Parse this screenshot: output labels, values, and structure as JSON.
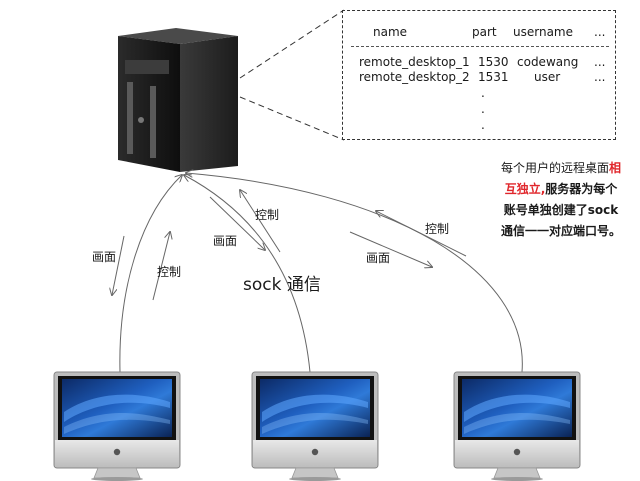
{
  "server": {
    "name": "server-tower"
  },
  "session_table": {
    "headers": [
      "name",
      "part",
      "username",
      "..."
    ],
    "rows": [
      [
        "remote_desktop_1",
        "1530",
        "codewang",
        "..."
      ],
      [
        "remote_desktop_2",
        "1531",
        "user",
        "..."
      ]
    ],
    "continuation": [
      ".",
      ".",
      "."
    ]
  },
  "labels": {
    "screen_left": "画面",
    "control_left": "控制",
    "control_mid": "控制",
    "screen_mid": "画面",
    "control_right": "控制",
    "screen_right": "画面",
    "sock_comm": "sock 通信"
  },
  "note": {
    "part1": "每个用户的远程桌面",
    "part2_red": "相互独立,",
    "part3_bold": "服务器为每个账号单独创建了sock通信一一对应端口号。"
  },
  "colors": {
    "accent_red": "#e0262b",
    "line": "#666666"
  }
}
